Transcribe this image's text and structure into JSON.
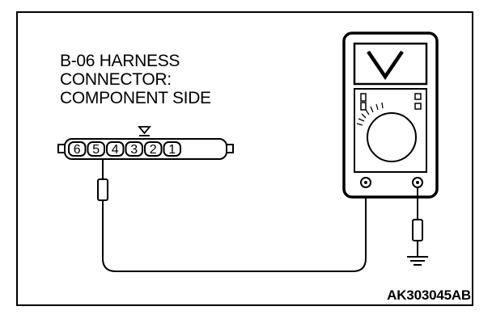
{
  "connector": {
    "title_lines": [
      "B-06 HARNESS",
      "CONNECTOR:",
      "COMPONENT SIDE"
    ],
    "pins": [
      "6",
      "5",
      "4",
      "3",
      "2",
      "1"
    ],
    "probed_pin": "5"
  },
  "meter": {
    "function_symbol": "V",
    "mode": "voltage"
  },
  "figure_code": "AK303045AB"
}
